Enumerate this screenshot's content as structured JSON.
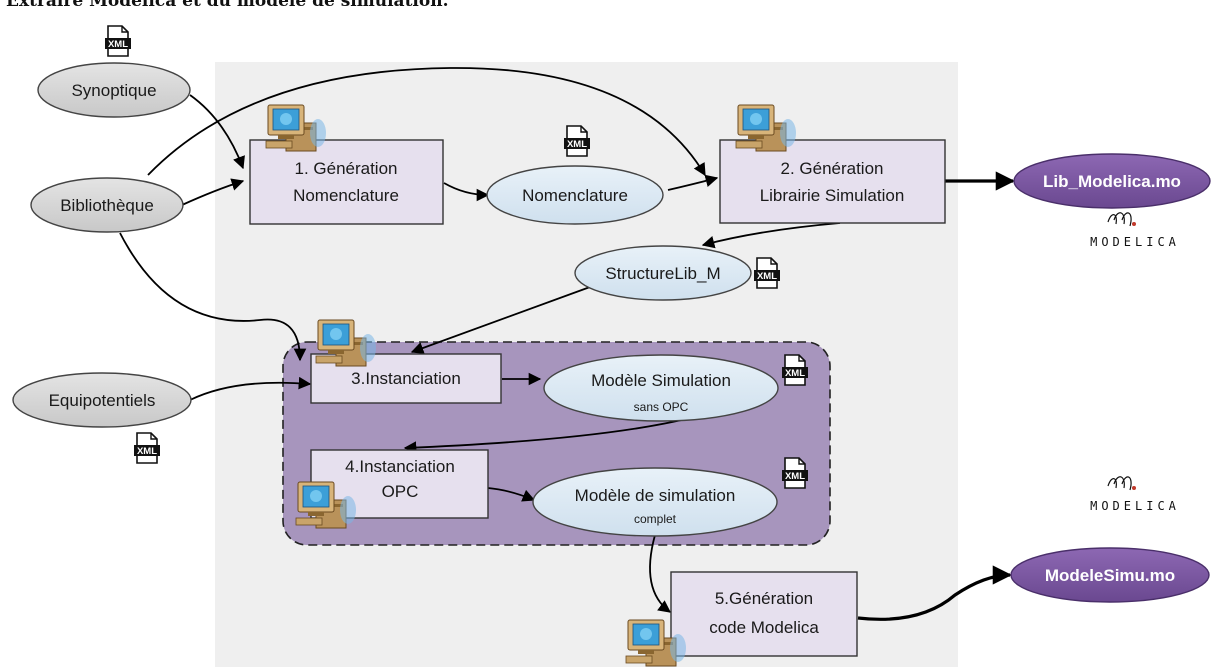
{
  "caption": "Extraire Modelica et du modèle de simulation.",
  "inputs": {
    "synoptique": "Synoptique",
    "bibliotheque": "Bibliothèque",
    "equipotentiels": "Equipotentiels"
  },
  "steps": {
    "s1_line1": "1. Génération",
    "s1_line2": "Nomenclature",
    "s2_line1": "2. Génération",
    "s2_line2": "Librairie Simulation",
    "s3": "3.Instanciation",
    "s4_line1": "4.Instanciation",
    "s4_line2": "OPC",
    "s5_line1": "5.Génération",
    "s5_line2": "code Modelica"
  },
  "artifacts": {
    "nomenclature": "Nomenclature",
    "structurelib": "StructureLib_M",
    "modele_sim_line1": "Modèle Simulation",
    "modele_sim_line2": "sans OPC",
    "modele_complet_line1": "Modèle de simulation",
    "modele_complet_line2": "complet"
  },
  "outputs": {
    "lib_modelica": "Lib_Modelica.mo",
    "modelesimu": "ModeleSimu.mo"
  },
  "badges": {
    "xml": "XML",
    "modelica_logo": "MODELICA"
  },
  "colors": {
    "panel": "#efefef",
    "process_fill": "#e6e0ee",
    "grey_ellipse": "#d4d4d4",
    "blue_ellipse": "#dce9f3",
    "purple_output": "#7b57a0",
    "purple_group": "#a795bd"
  }
}
